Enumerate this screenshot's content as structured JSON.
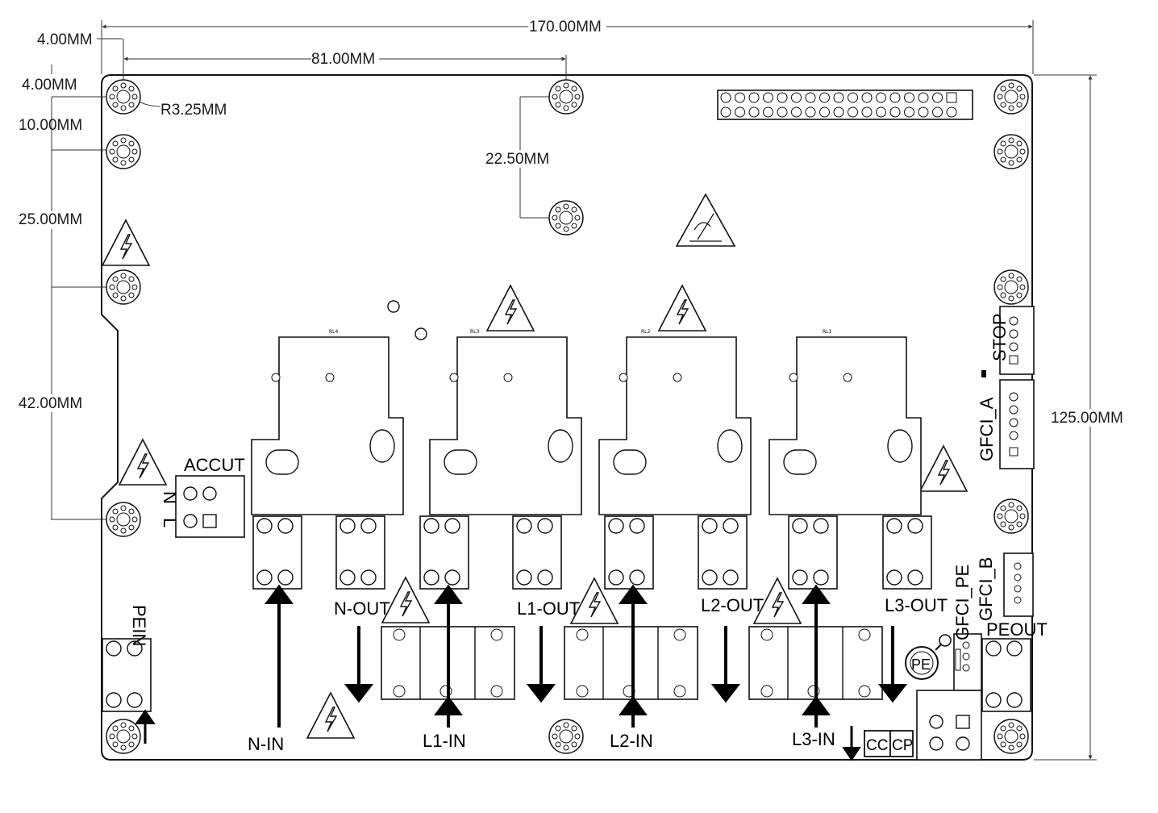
{
  "dimensions": {
    "overall_width": "170.00MM",
    "hole_spacing": "81.00MM",
    "left_offset": "4.00MM",
    "top_offset": "4.00MM",
    "hole_radius": "R3.25MM",
    "row1": "10.00MM",
    "row2": "25.00MM",
    "row3": "42.00MM",
    "inner_vertical": "22.50MM",
    "overall_height": "125.00MM"
  },
  "labels": {
    "n_in": "N-IN",
    "n_out": "N-OUT",
    "l1_in": "L1-IN",
    "l1_out": "L1-OUT",
    "l2_in": "L2-IN",
    "l2_out": "L2-OUT",
    "l3_in": "L3-IN",
    "l3_out": "L3-OUT",
    "accut": "ACCUT",
    "n": "N",
    "l": "L",
    "pein": "PEIN",
    "peout": "PEOUT",
    "stop": "STOP",
    "gfci_a": "GFCI_A",
    "gfci_b": "GFCI_B",
    "gfci_pe": "GFCI_PE",
    "pe": "PE",
    "cc": "CC",
    "cp": "CP"
  },
  "colors": {
    "line": "#111111",
    "background": "#ffffff"
  }
}
